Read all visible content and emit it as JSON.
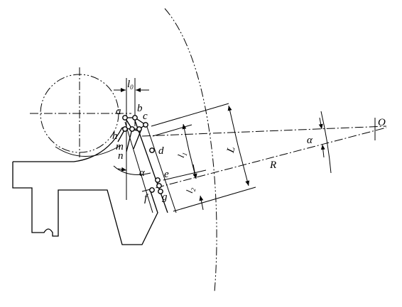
{
  "labels": {
    "a": "a",
    "b": "b",
    "c": "c",
    "d": "d",
    "e": "e",
    "f": "f",
    "g": "g",
    "h": "h",
    "m": "m",
    "n": "n",
    "O": "O",
    "R": "R",
    "L": "L",
    "alpha": "α",
    "l_base": "l",
    "l0_sub": "0",
    "l1_sub": "1",
    "l2_sub": "2"
  }
}
